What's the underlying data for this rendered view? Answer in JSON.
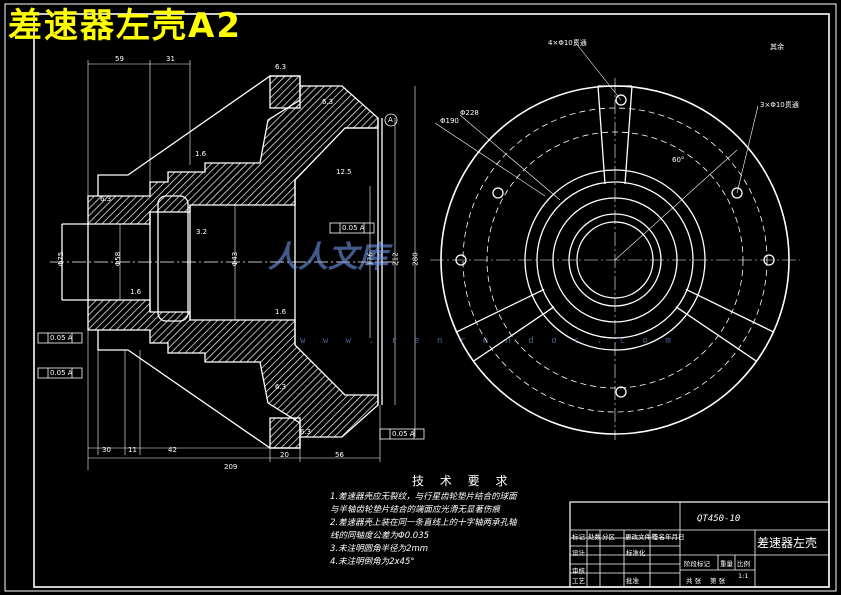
{
  "title": "差速器左壳A2",
  "tech_requirements": {
    "heading": "技 术 要 求",
    "lines": [
      "1.差速器壳应无裂纹，与行星齿轮垫片结合的球面",
      "  与半轴齿轮垫片结合的端面应光滑无显著伤痕",
      "2.差速器壳上装在同一条直线上的十字轴两承孔轴",
      "  线的同轴度公差为Φ0.035",
      "3.未注明圆角半径为2mm",
      "4.未注明倒角为2x45°"
    ]
  },
  "title_block": {
    "drawing_code": "QT450-10",
    "part_name": "差速器左壳",
    "scale": "1:1",
    "cells": [
      "标记",
      "处数",
      "分区",
      "更改文件号",
      "签名",
      "年月日",
      "设计",
      "标准化",
      "阶段标记",
      "重量",
      "比例",
      "审核",
      "工艺",
      "批准",
      "共 张",
      "第 张"
    ]
  },
  "dimensions": {
    "top_left": [
      "59",
      "31"
    ],
    "bottom": [
      "30",
      "11",
      "42",
      "209",
      "20",
      "56"
    ],
    "vertical": [
      "Φ75",
      "Φ58",
      "Φ43",
      "176",
      "212",
      "280"
    ],
    "holes": [
      "4×Φ10贯通",
      "3×Φ10贯通"
    ],
    "angle": "60°",
    "diameters": [
      "Φ190",
      "Φ228"
    ],
    "tolerance_frames": [
      "0.05 A",
      "0.05 A",
      "0.05 A",
      "0.05 A"
    ],
    "roughness": [
      "6.3",
      "6.3",
      "6.3",
      "3.2",
      "12.5",
      "1.6",
      "1.6",
      "1.6",
      "6.3",
      "6.3"
    ],
    "surface_other": "其余",
    "datum": "A"
  },
  "watermark": {
    "brand": "人人文库",
    "url": "w w w . r e n r e n d o c . c o m"
  },
  "colors": {
    "background": "#000000",
    "lines": "#ffffff",
    "title": "#ffff00",
    "watermark": "#6b9bff"
  }
}
